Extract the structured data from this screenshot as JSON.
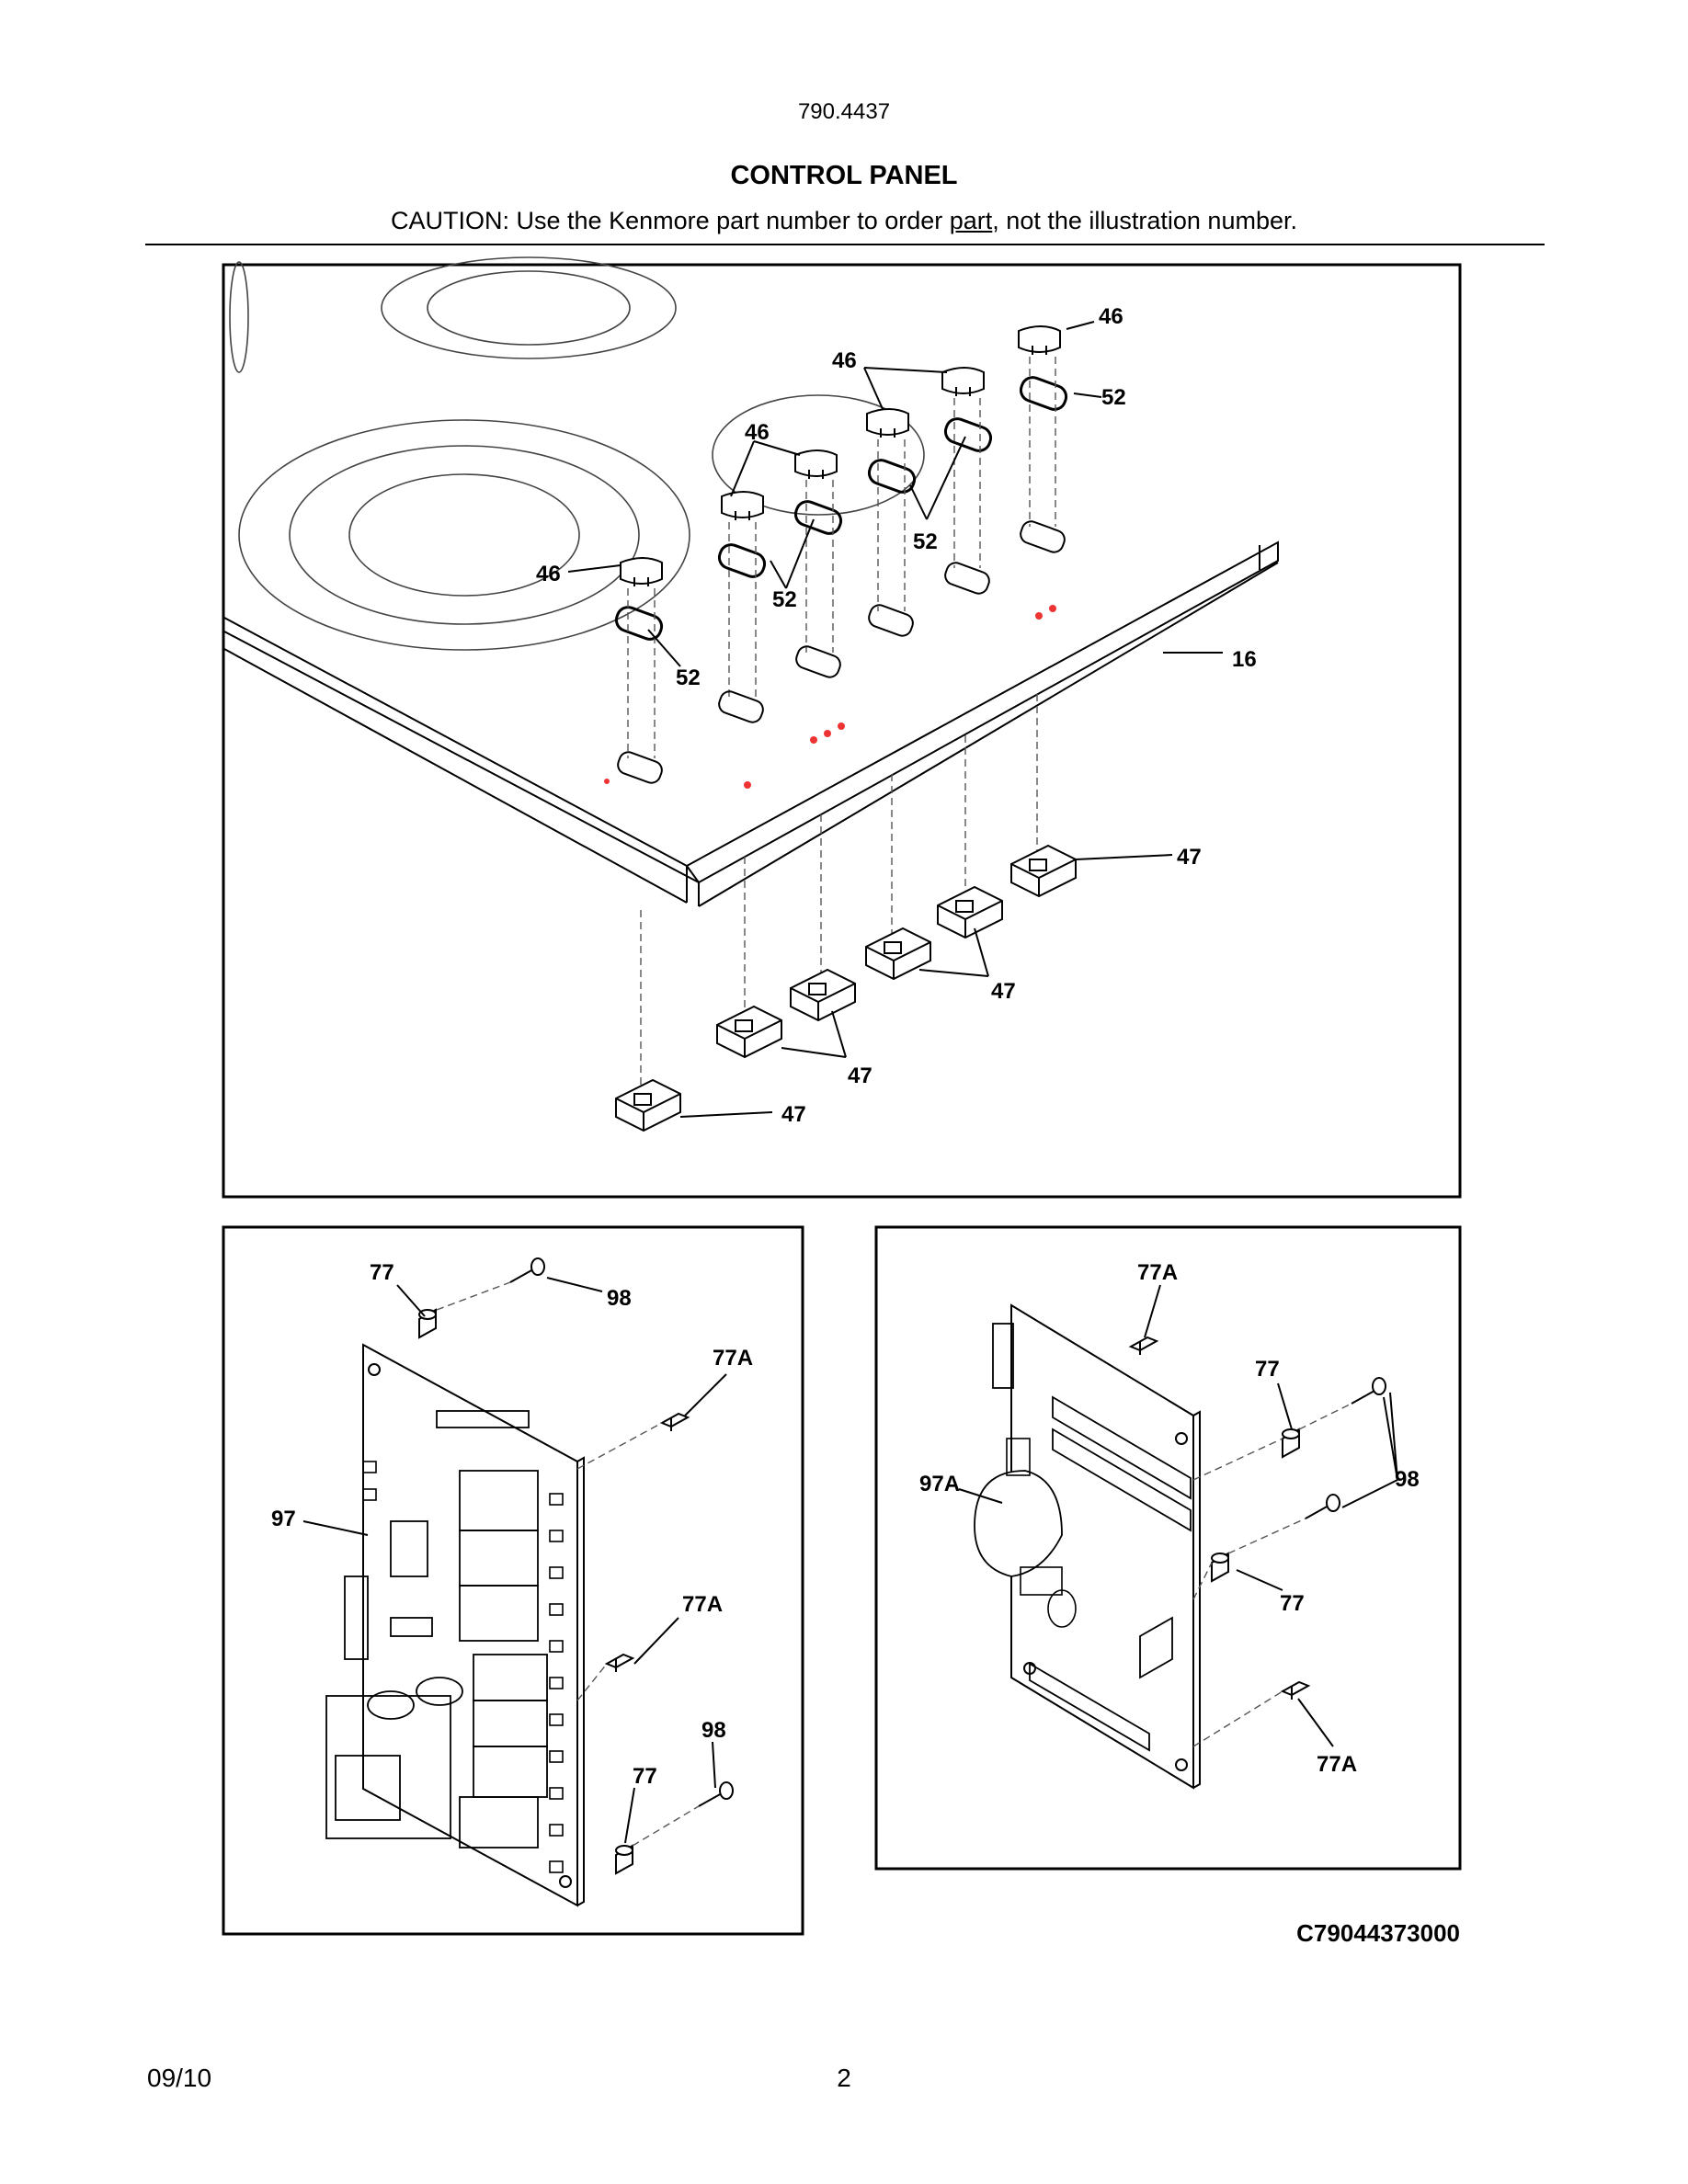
{
  "header": {
    "model": "790.4437",
    "title": "CONTROL PANEL",
    "caution_prefix": "CAUTION: Use the Kenmore part number to order ",
    "caution_underlined": "part",
    "caution_suffix": ", not the illustration number."
  },
  "callouts": {
    "top": {
      "c46a": "46",
      "c46b": "46",
      "c46c": "46",
      "c46d": "46",
      "c52a": "52",
      "c52b": "52",
      "c52c": "52",
      "c52d": "52",
      "c16": "16",
      "c47a": "47",
      "c47b": "47",
      "c47c": "47",
      "c47d": "47"
    },
    "left": {
      "c77a": "77",
      "c98a": "98",
      "c77Aa": "77A",
      "c97": "97",
      "c77Ab": "77A",
      "c98b": "98",
      "c77b": "77"
    },
    "right": {
      "c77A_top": "77A",
      "c77_top": "77",
      "c97A": "97A",
      "c98": "98",
      "c77_bottom": "77",
      "c77A_bottom": "77A"
    }
  },
  "footer": {
    "diagram_code": "C79044373000",
    "date": "09/10",
    "page_number": "2"
  }
}
